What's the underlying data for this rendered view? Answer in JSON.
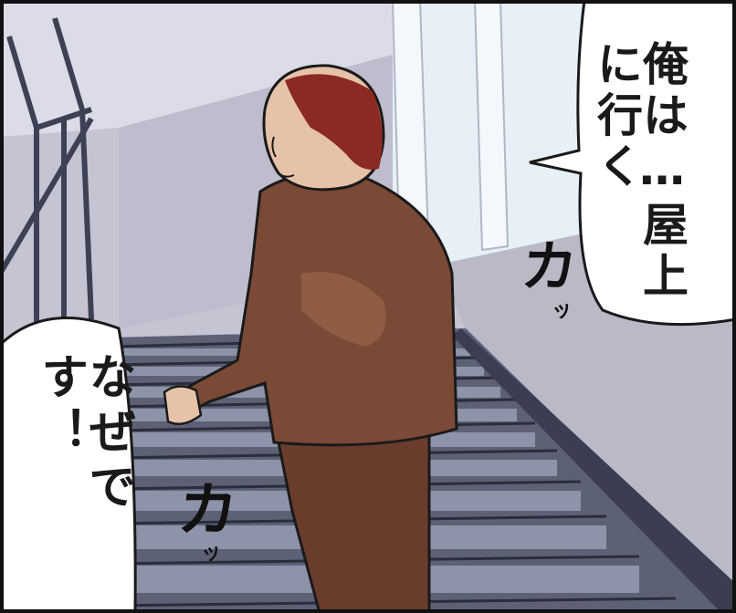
{
  "speech_right": "俺は…屋上に行く",
  "speech_left": "なぜです！",
  "sfx_top": "カ",
  "sfx_top_small": "ッ",
  "sfx_bottom": "カ",
  "sfx_bottom_small": "ッ",
  "colors": {
    "wall": "#c9c9d6",
    "ceiling": "#dcdce6",
    "window": "#e8f2f7",
    "stairs": "#5f6478",
    "suit": "#7a4a36",
    "skin": "#e6c3a8",
    "hair": "#8b2a22",
    "outline": "#1a1a1a"
  }
}
